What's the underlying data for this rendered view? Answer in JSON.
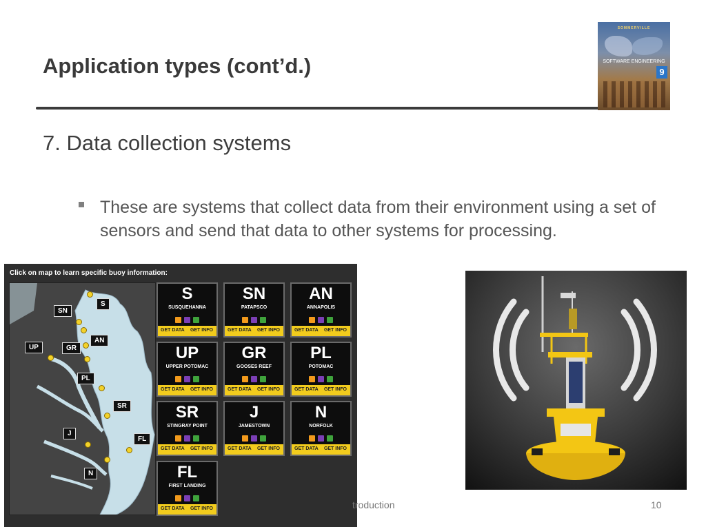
{
  "slide": {
    "title": "Application types (cont’d.)",
    "heading": "7. Data collection systems",
    "bullet": "These are systems that collect data from their environment using a set of sensors and send that data to other systems for processing.",
    "footer_text": "troduction",
    "page_number": "10"
  },
  "book_cover": {
    "brand": "SOMMERVILLE",
    "title": "SOFTWARE ENGINEERING",
    "edition": "9"
  },
  "buoy_map": {
    "header": "Click on map to learn specific buoy information:",
    "labels": [
      "S",
      "SN",
      "AN",
      "UP",
      "GR",
      "PL",
      "SR",
      "J",
      "FL",
      "N"
    ],
    "get_data_label": "GET DATA",
    "get_info_label": "GET INFO",
    "stations": [
      {
        "code": "S",
        "name": "SUSQUEHANNA"
      },
      {
        "code": "SN",
        "name": "PATAPSCO"
      },
      {
        "code": "AN",
        "name": "ANNAPOLIS"
      },
      {
        "code": "UP",
        "name": "UPPER POTOMAC"
      },
      {
        "code": "GR",
        "name": "GOOSES REEF"
      },
      {
        "code": "PL",
        "name": "POTOMAC"
      },
      {
        "code": "SR",
        "name": "STINGRAY POINT"
      },
      {
        "code": "J",
        "name": "JAMESTOWN"
      },
      {
        "code": "N",
        "name": "NORFOLK"
      },
      {
        "code": "FL",
        "name": "FIRST LANDING"
      }
    ]
  },
  "colors": {
    "title": "#3a3a3a",
    "body_text": "#555555",
    "tile_bar": "#f2cc1d",
    "buoy_yellow": "#f3c614",
    "water": "#c7dfe8"
  }
}
